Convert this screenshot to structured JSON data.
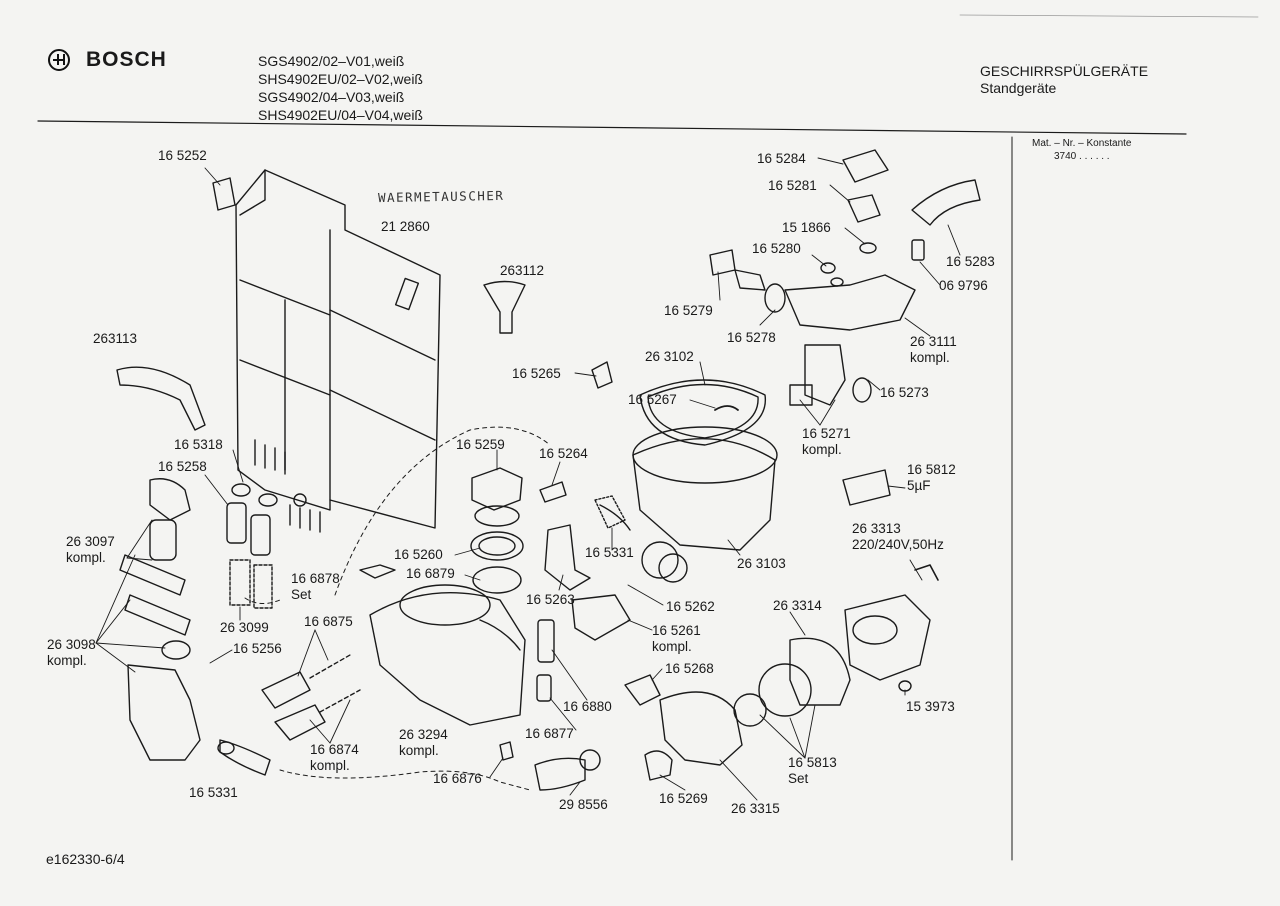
{
  "header": {
    "brand": "BOSCH",
    "models": [
      "SGS4902/02–V01,weiß",
      "SHS4902EU/02–V02,weiß",
      "SGS4902/04–V03,weiß",
      "SHS4902EU/04–V04,weiß"
    ],
    "category_line1": "GESCHIRRSPÜLGERÄTE",
    "category_line2": "Standgeräte",
    "mat_nr_label": "Mat. – Nr. – Konstante",
    "mat_nr_value": "3740 . .  . . . ."
  },
  "handwritten_note": "WAERMETAUSCHER",
  "footer": {
    "doc_id": "e162330-6/4"
  },
  "parts": [
    "16 5252",
    "21 2860",
    "263112",
    "263113",
    "16 5318",
    "16 5258",
    "26 3097\nkompl.",
    "26 3098\nkompl.",
    "26 3099",
    "16 5256",
    "16 6878\nSet",
    "16 6875",
    "16 6874\nkompl.",
    "16 5331",
    "26 3294\nkompl.",
    "16 6876",
    "29 8556",
    "16 5259",
    "16 5264",
    "16 5260",
    "16 6879",
    "16 5263",
    "16 5331",
    "16 5265",
    "26 3102",
    "16 5267",
    "26 3103",
    "16 5262",
    "16 5261\nkompl.",
    "16 6880",
    "16 6877",
    "16 5268",
    "16 5269",
    "26 3315",
    "16 5284",
    "16 5281",
    "15 1866",
    "16 5280",
    "16 5279",
    "16 5278",
    "16 5283",
    "06 9796",
    "26 3111\nkompl.",
    "16 5273",
    "16 5271\nkompl.",
    "16 5812\n5µF",
    "26 3313\n220/240V,50Hz",
    "26 3314",
    "16 5813\nSet",
    "15 3973"
  ]
}
